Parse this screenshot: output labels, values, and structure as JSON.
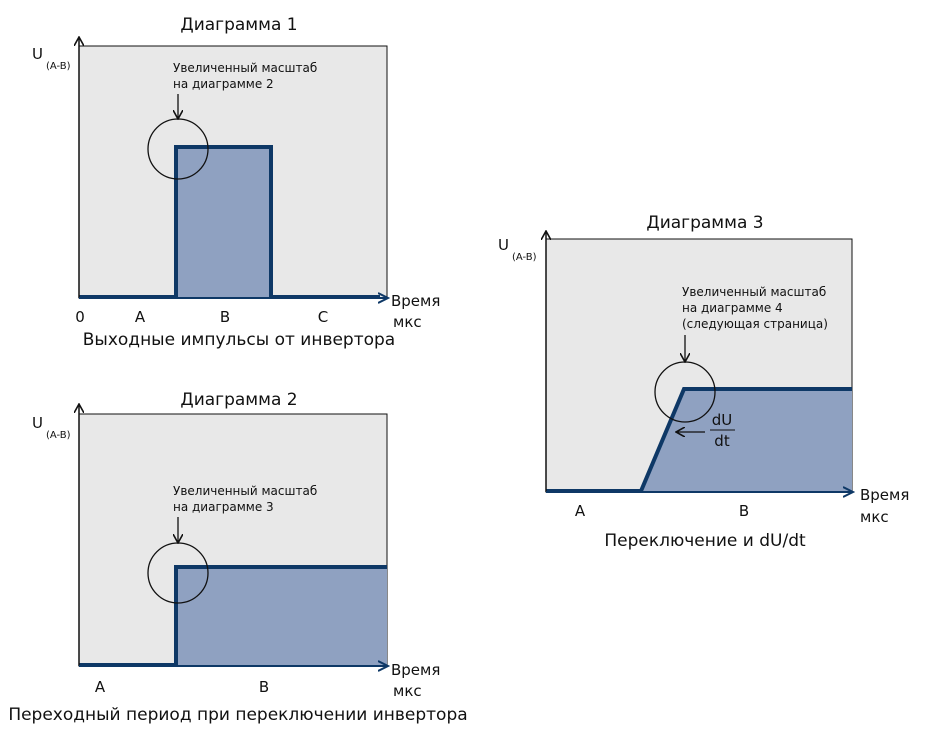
{
  "colors": {
    "panel_bg": "#e8e8e8",
    "fill": "#8fa1c1",
    "line": "#0e3866",
    "black": "#111111"
  },
  "diagram1": {
    "title": "Диаграмма 1",
    "y_axis": "U",
    "y_axis_sub": "(A-B)",
    "x_axis_line1": "Время",
    "x_axis_line2": "мкс",
    "note_line1": "Увеличенный масштаб",
    "note_line2": "на диаграмме 2",
    "ticks": [
      "0",
      "A",
      "B",
      "C"
    ],
    "caption": "Выходные импульсы от инвертора"
  },
  "diagram2": {
    "title": "Диаграмма 2",
    "y_axis": "U",
    "y_axis_sub": "(A-B)",
    "x_axis_line1": "Время",
    "x_axis_line2": "мкс",
    "note_line1": "Увеличенный масштаб",
    "note_line2": "на диаграмме 3",
    "ticks": [
      "A",
      "B"
    ],
    "caption": "Переходный период при переключении инвертора"
  },
  "diagram3": {
    "title": "Диаграмма 3",
    "y_axis": "U",
    "y_axis_sub": "(A-B)",
    "x_axis_line1": "Время",
    "x_axis_line2": "мкс",
    "note_line1": "Увеличенный масштаб",
    "note_line2": "на диаграмме 4",
    "note_line3": "(следующая страница)",
    "slope_num": "dU",
    "slope_den": "dt",
    "ticks": [
      "A",
      "B"
    ],
    "caption": "Переключение и dU/dt"
  }
}
